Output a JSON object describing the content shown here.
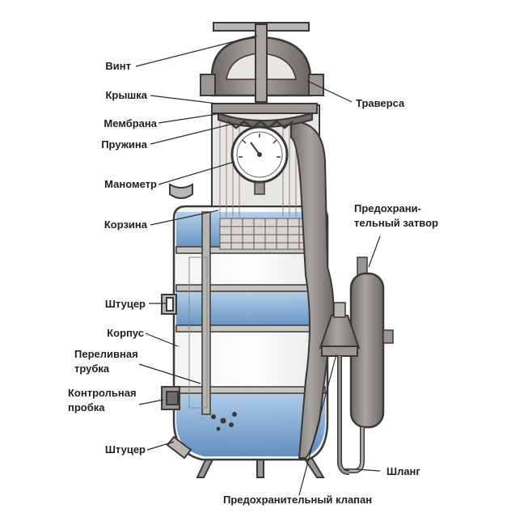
{
  "labels": {
    "vint": "Винт",
    "kryshka": "Крышка",
    "membrana": "Мембрана",
    "pruzhina": "Пружина",
    "manometr": "Манометр",
    "korzina": "Корзина",
    "shtutser_top": "Штуцер",
    "korpus": "Корпус",
    "perelivnaya_1": "Переливная",
    "perelivnaya_2": "трубка",
    "kontrolnaya_1": "Контрольная",
    "kontrolnaya_2": "пробка",
    "shtutser_bottom": "Штуцер",
    "traversa": "Траверса",
    "predokhr_zatvor_1": "Предохрани-",
    "predokhr_zatvor_2": "тельный затвор",
    "shlang": "Шланг",
    "predokhr_klapan": "Предохранительный клапан"
  },
  "colors": {
    "metal": "#8c8884",
    "metal_dark": "#5e5a57",
    "metal_light": "#b9b5b0",
    "water": "#5f92c4",
    "water_light": "#a9c8e6",
    "outline": "#3a3838",
    "leader": "#2a2a2a",
    "text": "#1f1f1f"
  }
}
